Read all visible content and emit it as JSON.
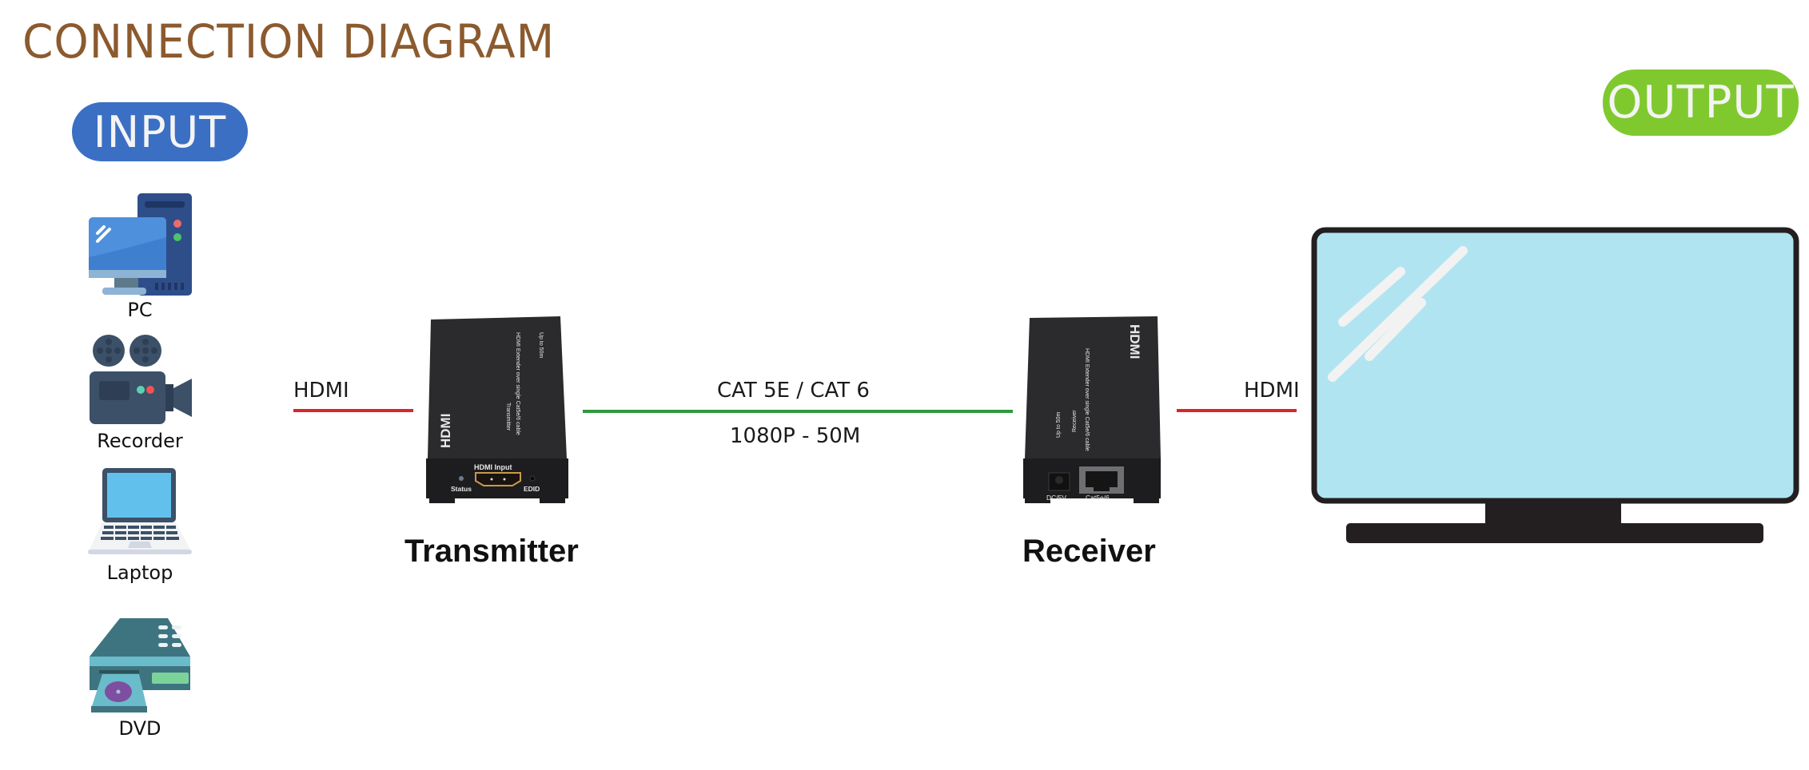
{
  "title": "CONNECTION DIAGRAM",
  "input_badge": {
    "label": "INPUT",
    "color": "#3A6FC4"
  },
  "output_badge": {
    "label": "OUTPUT",
    "color": "#7FC92E"
  },
  "sources": [
    {
      "label": "PC",
      "icon": "pc-icon"
    },
    {
      "label": "Recorder",
      "icon": "video-camera-icon"
    },
    {
      "label": "Laptop",
      "icon": "laptop-icon"
    },
    {
      "label": "DVD",
      "icon": "dvd-player-icon"
    }
  ],
  "links": {
    "input_hdmi": {
      "label": "HDMI",
      "color": "#D9262C"
    },
    "cat_cable": {
      "label": "CAT 5E / CAT 6",
      "sublabel": "1080P - 50M",
      "color": "#2E9A3E"
    },
    "output_hdmi": {
      "label": "HDMI",
      "color": "#D9262C"
    }
  },
  "transmitter": {
    "label": "Transmitter",
    "logo": "HDMI",
    "top_text": [
      "Transmitter",
      "HDMI Extender over single Cat5e/6 cable",
      "Up to 50m"
    ],
    "port_labels": {
      "port": "HDMI Input",
      "led": "Status",
      "button": "EDID"
    }
  },
  "receiver": {
    "label": "Receiver",
    "logo": "HDMI",
    "top_text": [
      "Receiver",
      "HDMI Extender over single Cat5e/6 cable",
      "Up to 50m"
    ],
    "port_labels": {
      "power": "DC/5V",
      "rj45": "Cat5e/6"
    }
  },
  "display": {
    "icon": "tv-monitor-icon",
    "screen_color": "#B1E4F1"
  }
}
